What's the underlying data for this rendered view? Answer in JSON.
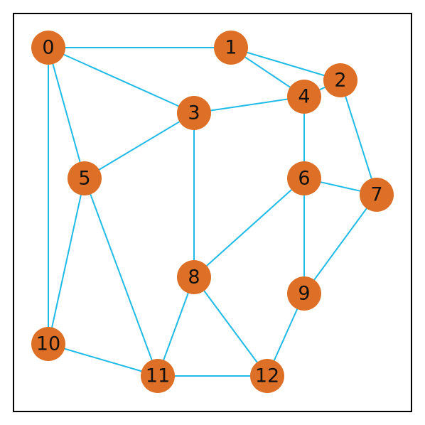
{
  "graph": {
    "nodes": [
      {
        "id": 0,
        "label": "0"
      },
      {
        "id": 1,
        "label": "1"
      },
      {
        "id": 2,
        "label": "2"
      },
      {
        "id": 3,
        "label": "3"
      },
      {
        "id": 4,
        "label": "4"
      },
      {
        "id": 5,
        "label": "5"
      },
      {
        "id": 6,
        "label": "6"
      },
      {
        "id": 7,
        "label": "7"
      },
      {
        "id": 8,
        "label": "8"
      },
      {
        "id": 9,
        "label": "9"
      },
      {
        "id": 10,
        "label": "10"
      },
      {
        "id": 11,
        "label": "11"
      },
      {
        "id": 12,
        "label": "12"
      }
    ],
    "edges": [
      [
        0,
        1
      ],
      [
        0,
        3
      ],
      [
        0,
        5
      ],
      [
        0,
        10
      ],
      [
        1,
        4
      ],
      [
        1,
        2
      ],
      [
        2,
        4
      ],
      [
        2,
        7
      ],
      [
        3,
        4
      ],
      [
        3,
        5
      ],
      [
        3,
        8
      ],
      [
        4,
        6
      ],
      [
        5,
        10
      ],
      [
        5,
        11
      ],
      [
        6,
        7
      ],
      [
        6,
        8
      ],
      [
        6,
        9
      ],
      [
        7,
        9
      ],
      [
        8,
        11
      ],
      [
        8,
        12
      ],
      [
        9,
        12
      ],
      [
        10,
        11
      ],
      [
        11,
        12
      ]
    ]
  },
  "colors": {
    "node_fill": "#dd7026",
    "edge_stroke": "#1fbbe8",
    "label_text": "#111111",
    "frame": "#000000",
    "background": "#ffffff"
  }
}
